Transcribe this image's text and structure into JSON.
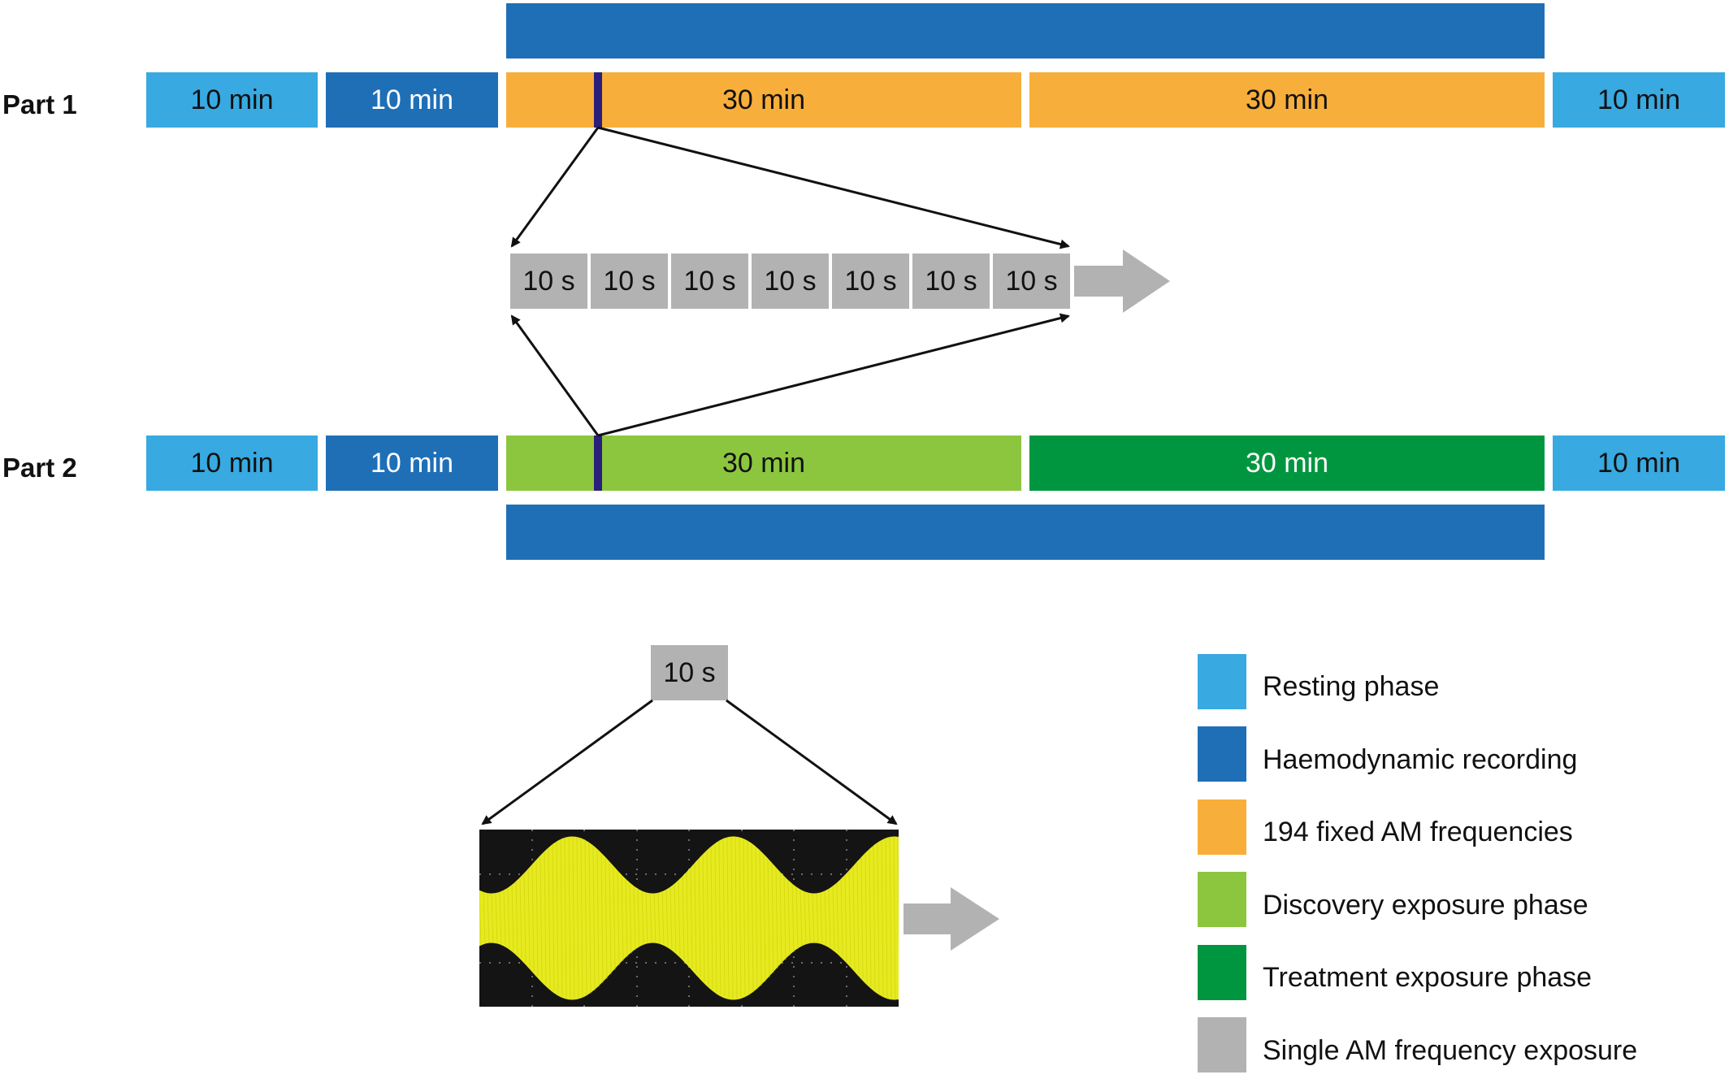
{
  "parts": [
    {
      "label": "Part 1",
      "segments": [
        "10 min",
        "10 min",
        "30 min",
        "30 min",
        "10 min"
      ]
    },
    {
      "label": "Part 2",
      "segments": [
        "10 min",
        "10 min",
        "30 min",
        "30 min",
        "10 min"
      ]
    }
  ],
  "seconds_blocks": [
    "10 s",
    "10 s",
    "10 s",
    "10 s",
    "10 s",
    "10 s",
    "10 s"
  ],
  "single_block": "10 s",
  "legend": [
    {
      "label": "Resting phase",
      "color": "#38a9e1"
    },
    {
      "label": "Haemodynamic recording",
      "color": "#1f6fb7"
    },
    {
      "label": "194 fixed AM frequencies",
      "color": "#f8ae3b"
    },
    {
      "label": "Discovery exposure phase",
      "color": "#8cc63f"
    },
    {
      "label": "Treatment exposure phase",
      "color": "#00963f"
    },
    {
      "label": "Single AM frequency exposure",
      "color": "#b2b2b2"
    }
  ],
  "colors": {
    "resting": "#38a9e1",
    "recording": "#1f6fb7",
    "fixed_am": "#f8ae3b",
    "discovery": "#8cc63f",
    "treatment": "#00963f",
    "single_am": "#b2b2b2",
    "marker": "#2a1f7a",
    "waveform": "#e8ec20"
  }
}
